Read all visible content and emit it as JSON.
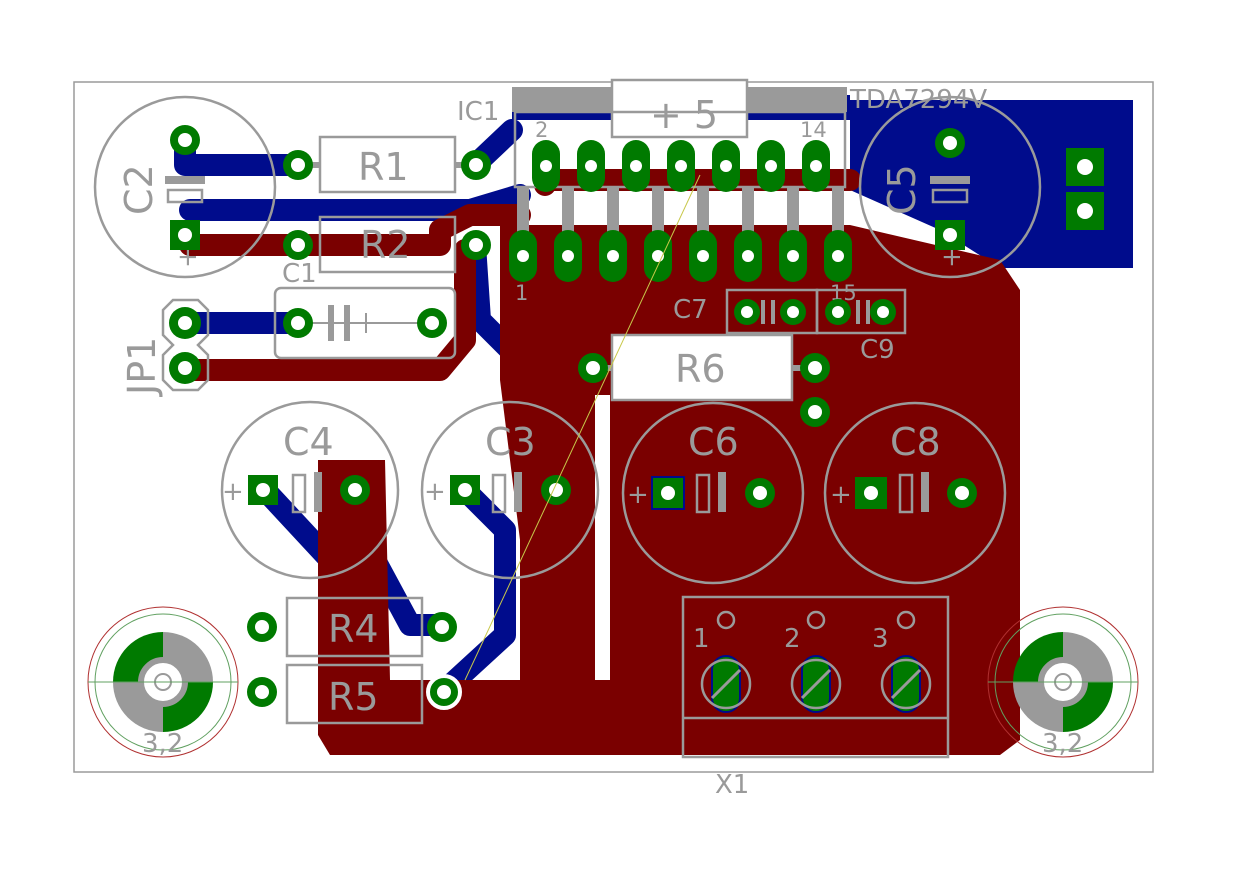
{
  "board": {
    "colors": {
      "top_copper": "#7a0000",
      "bottom_copper": "#000c8c",
      "pads": "#007a00",
      "silkscreen": "#9a9a9a",
      "outline": "#9a9a9a"
    }
  },
  "labels": {
    "ic1_name": "IC1",
    "ic1_value": "TDA7294V",
    "ic1_inner": "+ 5",
    "ic1_pin2": "2",
    "ic1_pin14": "14",
    "ic1_pin1": "1",
    "ic1_pin15": "15",
    "c1": "C1",
    "c2": "C2",
    "c3": "C3",
    "c4": "C4",
    "c5": "C5",
    "c6": "C6",
    "c7": "C7",
    "c8": "C8",
    "c9": "C9",
    "r1": "R1",
    "r2": "R2",
    "r4": "R4",
    "r5": "R5",
    "r6": "R6",
    "jp1": "JP1",
    "x1": "X1",
    "x1_pin1": "1",
    "x1_pin2": "2",
    "x1_pin3": "3",
    "hole_left": "3,2",
    "hole_right": "3,2",
    "plus": "+"
  }
}
